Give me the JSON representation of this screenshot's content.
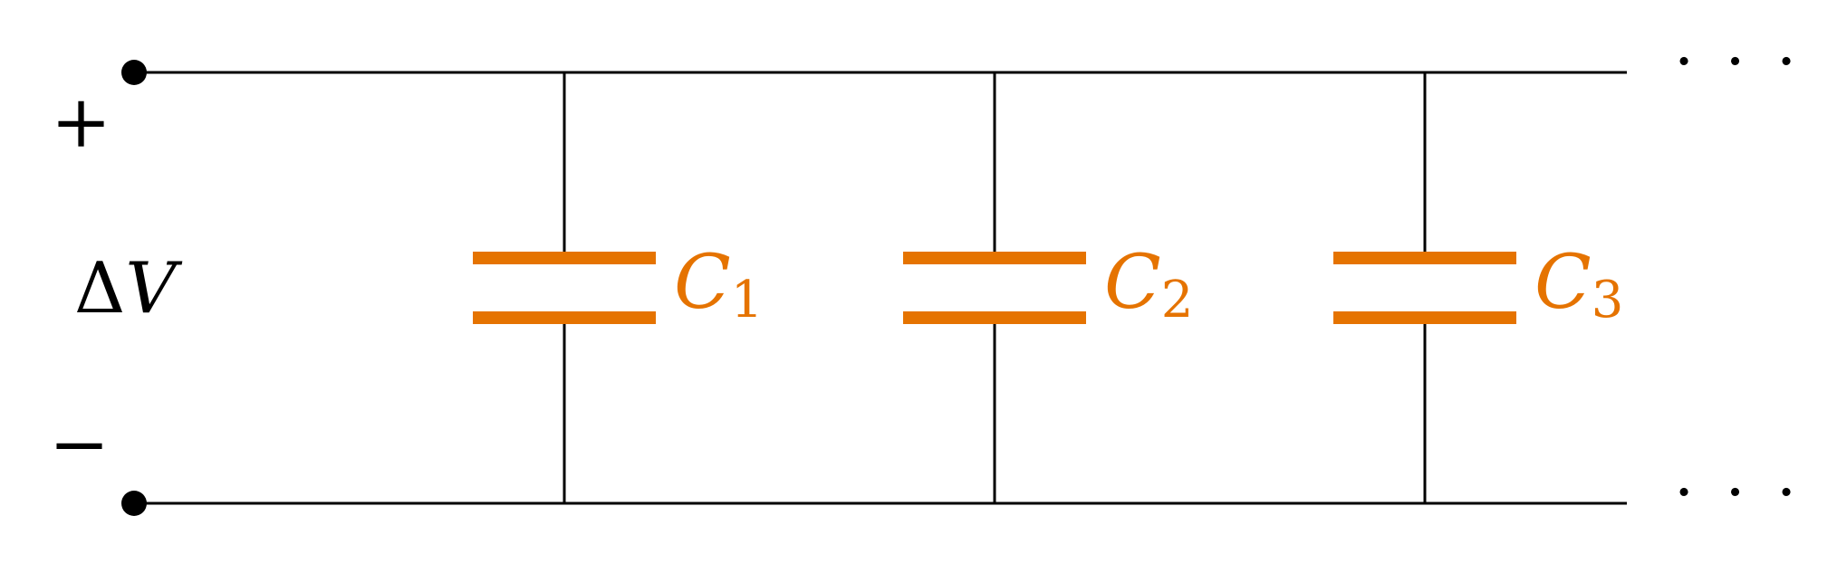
{
  "diagram": {
    "voltage": {
      "delta": "Δ",
      "symbol": "V"
    },
    "plus_sign": "+",
    "minus_sign": "−",
    "continuation": "· · ·",
    "capacitors": [
      {
        "symbol": "C",
        "subscript": "1"
      },
      {
        "symbol": "C",
        "subscript": "2"
      },
      {
        "symbol": "C",
        "subscript": "3"
      }
    ],
    "colors": {
      "wire": "#000000",
      "capacitor": "#E57300"
    }
  }
}
